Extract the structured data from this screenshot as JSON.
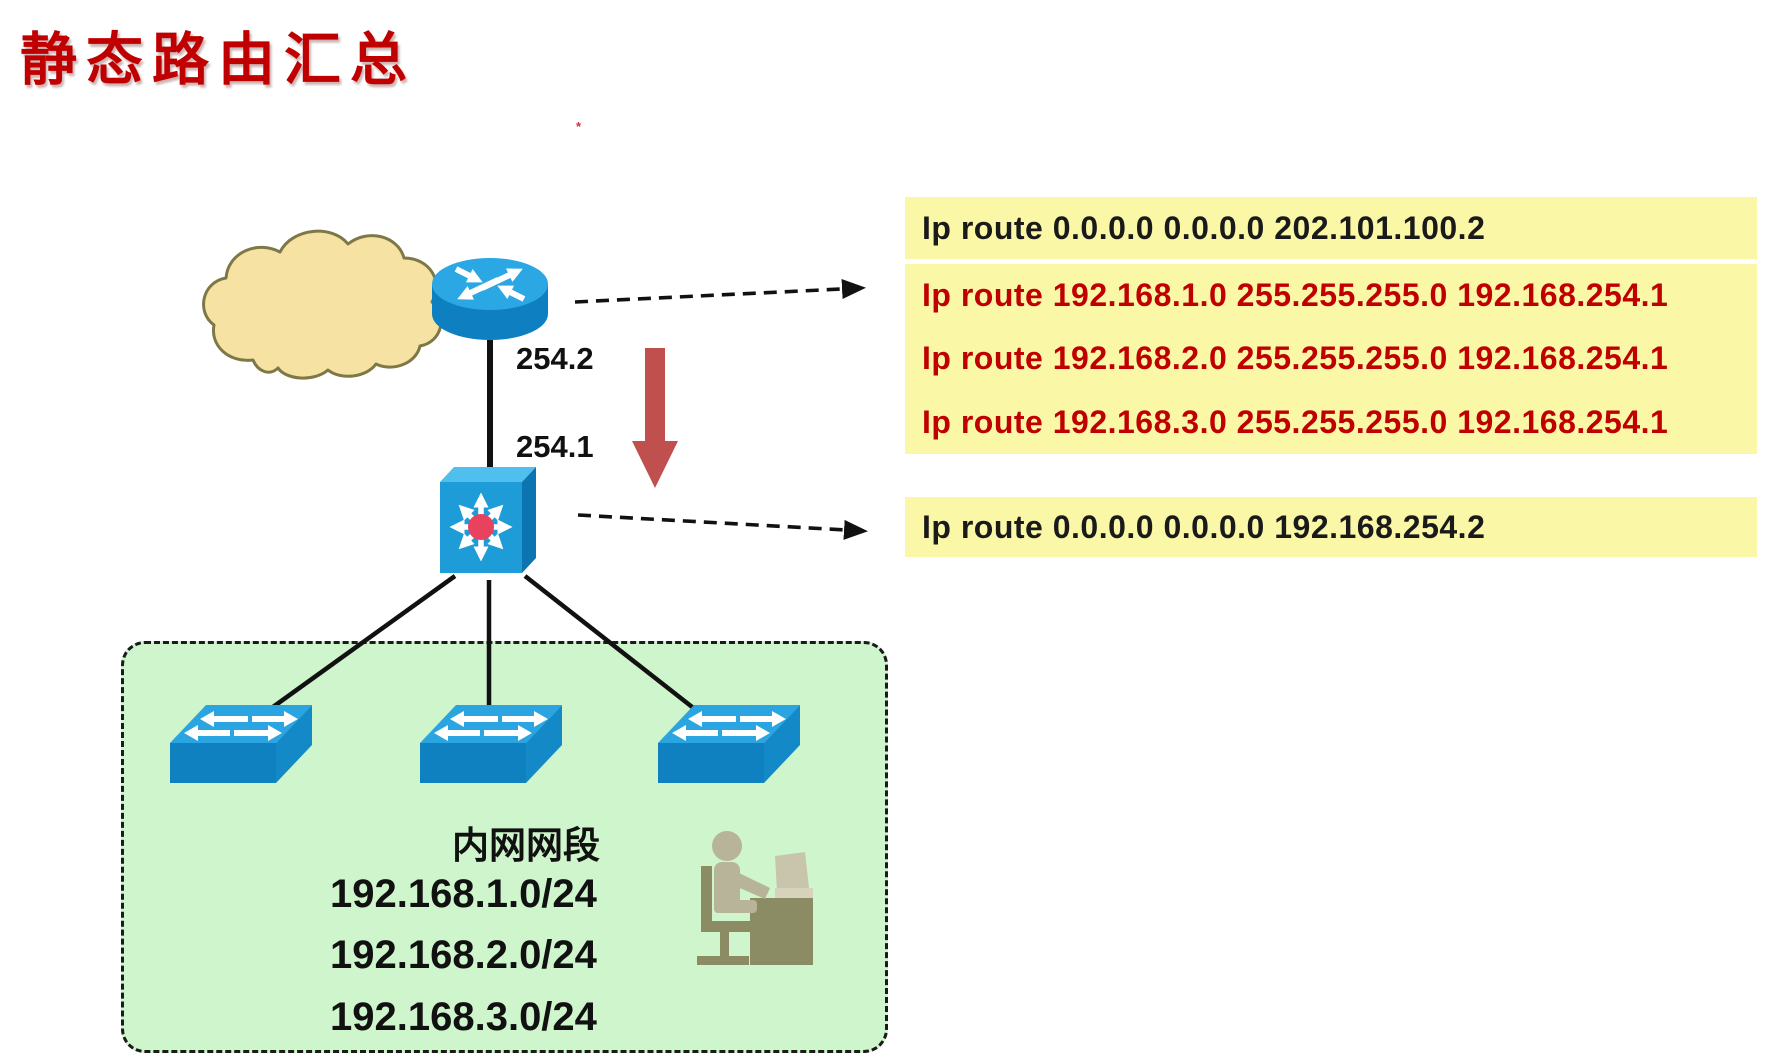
{
  "title": "静态路由汇总",
  "stray_mark": "*",
  "interface_labels": {
    "router_side": "254.2",
    "switch_side": "254.1"
  },
  "router_config": {
    "default_route": "Ip route 0.0.0.0 0.0.0.0 202.101.100.2",
    "static_routes": [
      "Ip route 192.168.1.0 255.255.255.0 192.168.254.1",
      "Ip route 192.168.2.0 255.255.255.0 192.168.254.1",
      "Ip route 192.168.3.0 255.255.255.0 192.168.254.1"
    ]
  },
  "switch_config": {
    "default_route": "Ip route 0.0.0.0 0.0.0.0 192.168.254.2"
  },
  "lan": {
    "label": "内网网段",
    "networks": [
      "192.168.1.0/24",
      "192.168.2.0/24",
      "192.168.3.0/24"
    ]
  },
  "icons": {
    "cloud": "internet-cloud",
    "router": "cisco-router",
    "l3_switch": "layer3-switch",
    "access_switch": "workgroup-switch",
    "person": "person-at-desk",
    "down_arrow": "red-down-arrow"
  },
  "colors": {
    "title_red": "#c00000",
    "route_red": "#c00000",
    "route_black": "#1a1a1a",
    "highlight_yellow": "#faf8a6",
    "lan_green": "#cef5cc",
    "device_blue": "#1e9cd8",
    "device_blue_light": "#4fc0ee",
    "device_blue_dark": "#0e7fc0",
    "cloud_fill": "#f6e2a3",
    "cloud_stroke": "#7e7847",
    "arrow_red": "#c0504d",
    "hub_dot_red": "#e8425e",
    "person_light": "#b8b49a",
    "person_dark": "#8c8c64"
  }
}
